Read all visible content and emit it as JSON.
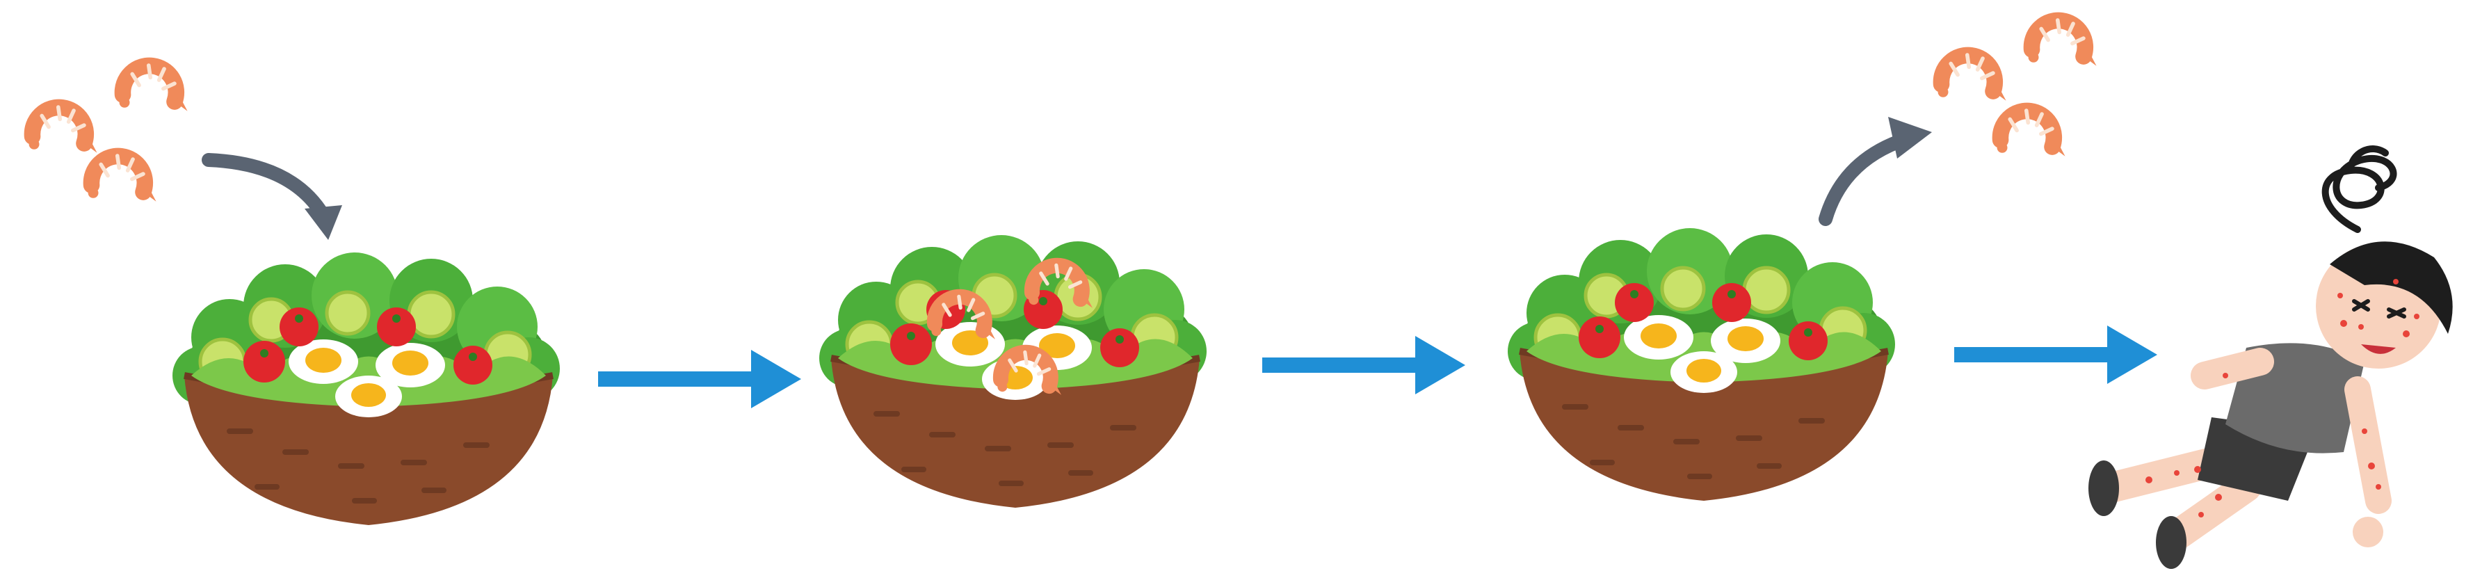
{
  "diagram": {
    "stages": [
      {
        "id": "add-shrimp",
        "shrimp": "above"
      },
      {
        "id": "salad-with-shrimp",
        "shrimp": "mixed"
      },
      {
        "id": "remove-shrimp",
        "shrimp": "removed"
      },
      {
        "id": "allergic-reaction",
        "shrimp": "none"
      }
    ],
    "colors": {
      "flow_arrow": "#1f8fd6",
      "action_arrow": "#5a6472",
      "bowl": "#8a4a2b",
      "bowl_dark": "#6e3a22",
      "lettuce": "#4caf3a",
      "lettuce_light": "#7cc84a",
      "cucumber": "#c9e26a",
      "tomato": "#e0272c",
      "egg_white": "#ffffff",
      "egg_yolk": "#f6b51c",
      "shrimp": "#f08a5a",
      "shrimp_stripe": "#fbe3d2",
      "skin": "#f8d2bd",
      "rash": "#e8443a",
      "hair": "#1d1d1d",
      "shirt": "#6b6b6b",
      "shorts": "#3a3a3a"
    },
    "icons": [
      "shrimp-icon",
      "salad-bowl-icon",
      "arrow-right-icon",
      "curved-arrow-icon",
      "dizzy-boy-icon"
    ]
  }
}
